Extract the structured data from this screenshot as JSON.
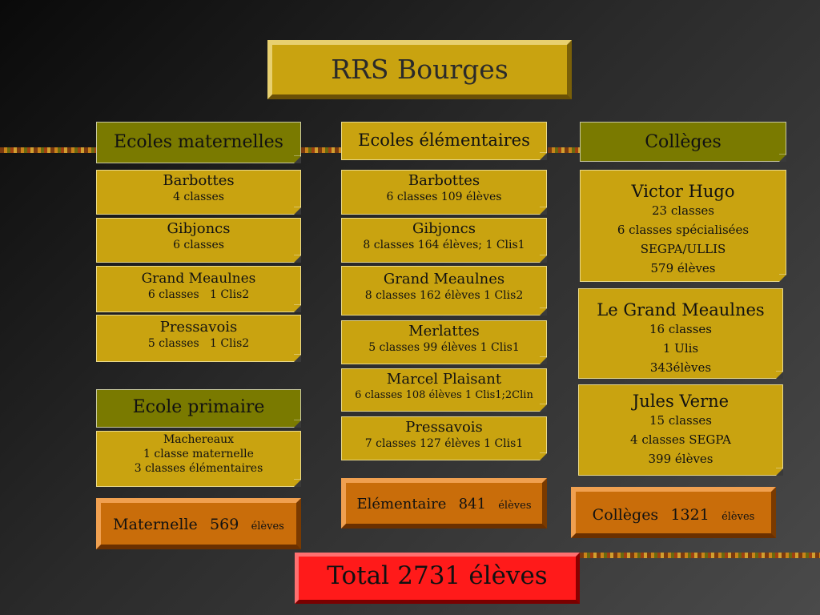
{
  "title": "RRS Bourges",
  "maternelles": {
    "header": "Ecoles maternelles",
    "schools": [
      {
        "name": "Barbottes",
        "detail": "4 classes"
      },
      {
        "name": "Gibjoncs",
        "detail": "6 classes"
      },
      {
        "name": "Grand Meaulnes",
        "detail": "6 classes",
        "extra": "1 Clis2"
      },
      {
        "name": "Pressavois",
        "detail": "5 classes   1 Clis2"
      }
    ]
  },
  "primaire": {
    "header": "Ecole primaire",
    "school": {
      "name": "Machereaux",
      "line1": "1 classe maternelle",
      "line2": "3 classes  élémentaires"
    }
  },
  "elementaires": {
    "header": "Ecoles élémentaires",
    "schools": [
      {
        "name": "Barbottes",
        "detail": "6 classes 109 élèves"
      },
      {
        "name": "Gibjoncs",
        "detail": "8 classes 164 élèves; 1 Clis1"
      },
      {
        "name": "Grand Meaulnes",
        "detail": "8 classes 162 élèves 1 Clis2"
      },
      {
        "name": "Merlattes",
        "detail": "5 classes 99 élèves 1 Clis1"
      },
      {
        "name": "Marcel Plaisant",
        "detail": "6 classes 108 élèves 1 Clis1;2Clin"
      },
      {
        "name": "Pressavois",
        "detail": "7 classes 127 élèves 1 Clis1"
      }
    ]
  },
  "colleges": {
    "header": "Collèges",
    "schools": [
      {
        "name": "Victor Hugo",
        "lines": [
          "23 classes",
          "6 classes  spécialisées",
          "SEGPA/ULLIS",
          "579 élèves"
        ]
      },
      {
        "name": "Le Grand Meaulnes",
        "lines": [
          "16  classes",
          "1 Ulis",
          "343élèves"
        ]
      },
      {
        "name": "Jules Verne",
        "lines": [
          "15 classes",
          "4 classes  SEGPA",
          "399 élèves"
        ]
      }
    ]
  },
  "totals": {
    "maternelle": {
      "label": "Maternelle",
      "value": "569",
      "unit": "élèves"
    },
    "elementaire": {
      "label": "Elémentaire",
      "value": "841",
      "unit": "élèves"
    },
    "colleges": {
      "label": "Collèges",
      "value": "1321",
      "unit": "élèves"
    },
    "total": {
      "label": "Total",
      "value": "2731",
      "unit": "élèves"
    }
  },
  "colors": {
    "gold": "#c9a310",
    "olive": "#7a7a00",
    "orange": "#c96d0a",
    "red": "#ff1a1a"
  }
}
